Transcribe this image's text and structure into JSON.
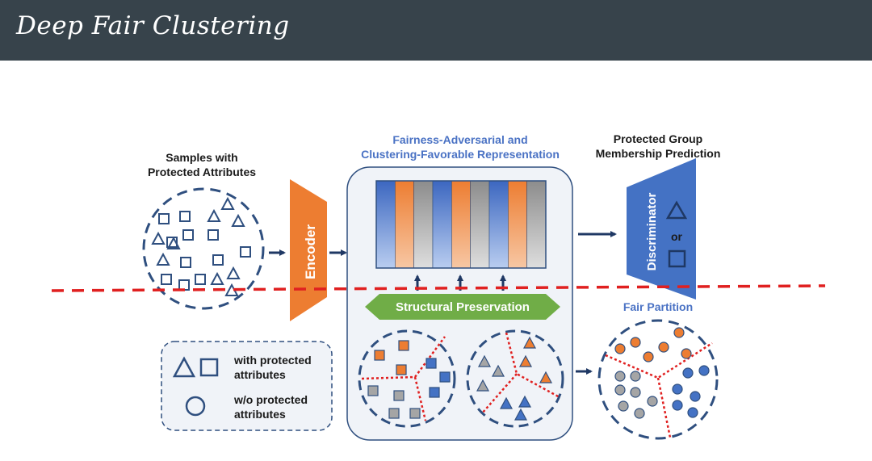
{
  "header": {
    "title": "Deep Fair Clustering"
  },
  "labels": {
    "samples_line1": "Samples with",
    "samples_line2": "Protected Attributes",
    "representation_line1": "Fairness-Adversarial and",
    "representation_line2": "Clustering-Favorable Representation",
    "prediction_line1": "Protected Group",
    "prediction_line2": "Membership Prediction",
    "encoder": "Encoder",
    "discriminator": "Discriminator",
    "or": "or",
    "structural": "Structural Preservation",
    "fair_partition": "Fair Partition",
    "legend_with_line1": "with protected",
    "legend_with_line2": "attributes",
    "legend_without_line1": "w/o protected",
    "legend_without_line2": "attributes"
  },
  "colors": {
    "header_bg": "#37434b",
    "blue": "#4472c4",
    "orange": "#ed7d31",
    "gray": "#a5a5a5",
    "green": "#70ad47",
    "dark_outline": "#2f4f7f",
    "red_dashed": "#e02020",
    "panel_bg": "#f0f3f8"
  },
  "representation_bars": [
    "blue",
    "orange",
    "gray",
    "blue",
    "orange",
    "gray",
    "blue",
    "orange",
    "gray"
  ]
}
